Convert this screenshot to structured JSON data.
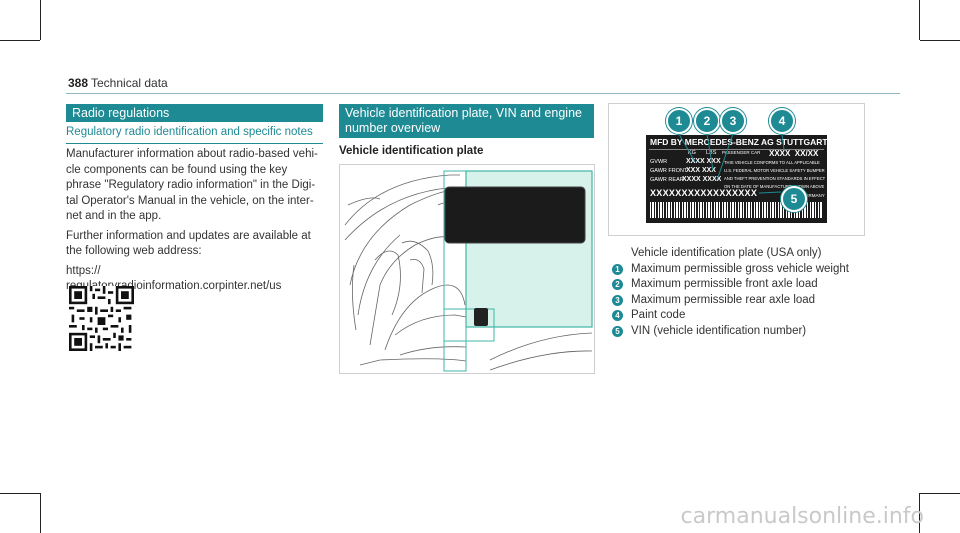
{
  "header": {
    "page_number": "388",
    "section": "Technical data"
  },
  "left": {
    "heading": "Radio regulations",
    "subheading": "Regulatory radio identification and specific notes",
    "para1": "Manufacturer information about radio-based vehi-cle components can be found using the key phrase \"Regulatory radio information\" in the Digi-tal Operator's Manual in the vehicle, on the inter-net and in the app.",
    "para2": "Further information and updates are available at the following web address:",
    "url_line1": "https://",
    "url_line2": "regulatoryradioinformation.corpinter.net/us"
  },
  "middle": {
    "heading": "Vehicle identification plate, VIN and engine number overview",
    "subheading": "Vehicle identification plate"
  },
  "plate": {
    "row1_left": "MFD BY MERCEDES-BENZ AG STUTTGART",
    "kg": "KG",
    "lbs": "LBS",
    "passenger_car": "PASSENGER CAR",
    "paint": "XXXX  XX/XX",
    "gvwr": "GVWR",
    "gvwr_val": "XXXX XXX",
    "gawr_front": "GAWR FRONT",
    "gawr_front_val": "XXX XXX",
    "gawr_rear": "GAWR REAR",
    "gawr_rear_val": "XXXX XXXX",
    "notice1": "THIS VEHICLE CONFORMS TO ALL APPLICABLE",
    "notice2": "U.S. FEDERAL MOTOR VEHICLE SAFETY BUMPER",
    "notice3": "AND THEFT PREVENTION STANDARDS IN EFFECT",
    "notice4": "ON THE DATE OF MANUFACTURE SHOWN ABOVE",
    "vin": "XXXXXXXXXXXXXXXXX",
    "country": "GERMANY",
    "callouts": [
      "1",
      "2",
      "3",
      "4",
      "5"
    ]
  },
  "legend": {
    "caption": "Vehicle identification plate (USA only)",
    "items": [
      {
        "n": "1",
        "text": "Maximum permissible gross vehicle weight"
      },
      {
        "n": "2",
        "text": "Maximum permissible front axle load"
      },
      {
        "n": "3",
        "text": "Maximum permissible rear axle load"
      },
      {
        "n": "4",
        "text": "Paint code"
      },
      {
        "n": "5",
        "text": "VIN (vehicle identification number)"
      }
    ]
  },
  "watermark": "carmanualsonline.info",
  "colors": {
    "accent": "#1d8a94",
    "plate_bg": "#1b1b1b",
    "inset_bg": "#d6f2ea"
  }
}
